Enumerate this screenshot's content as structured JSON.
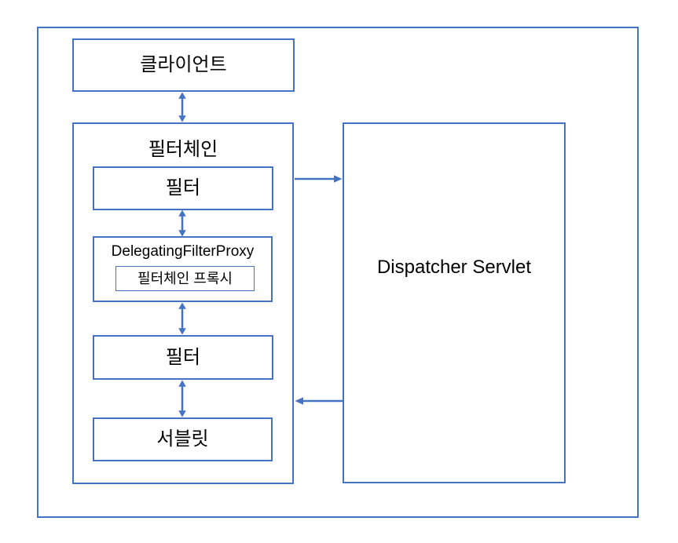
{
  "colors": {
    "accent_blue": "#4472C4",
    "text": "#000000",
    "background": "#ffffff"
  },
  "diagram": {
    "client": {
      "label": "클라이언트"
    },
    "filter_chain": {
      "title": "필터체인",
      "filter_top": "필터",
      "delegating_filter_proxy": {
        "title": "DelegatingFilterProxy",
        "filter_chain_proxy": "필터체인 프록시"
      },
      "filter_bottom": "필터",
      "servlet": "서블릿"
    },
    "dispatcher_servlet": {
      "label": "Dispatcher Servlet"
    }
  }
}
